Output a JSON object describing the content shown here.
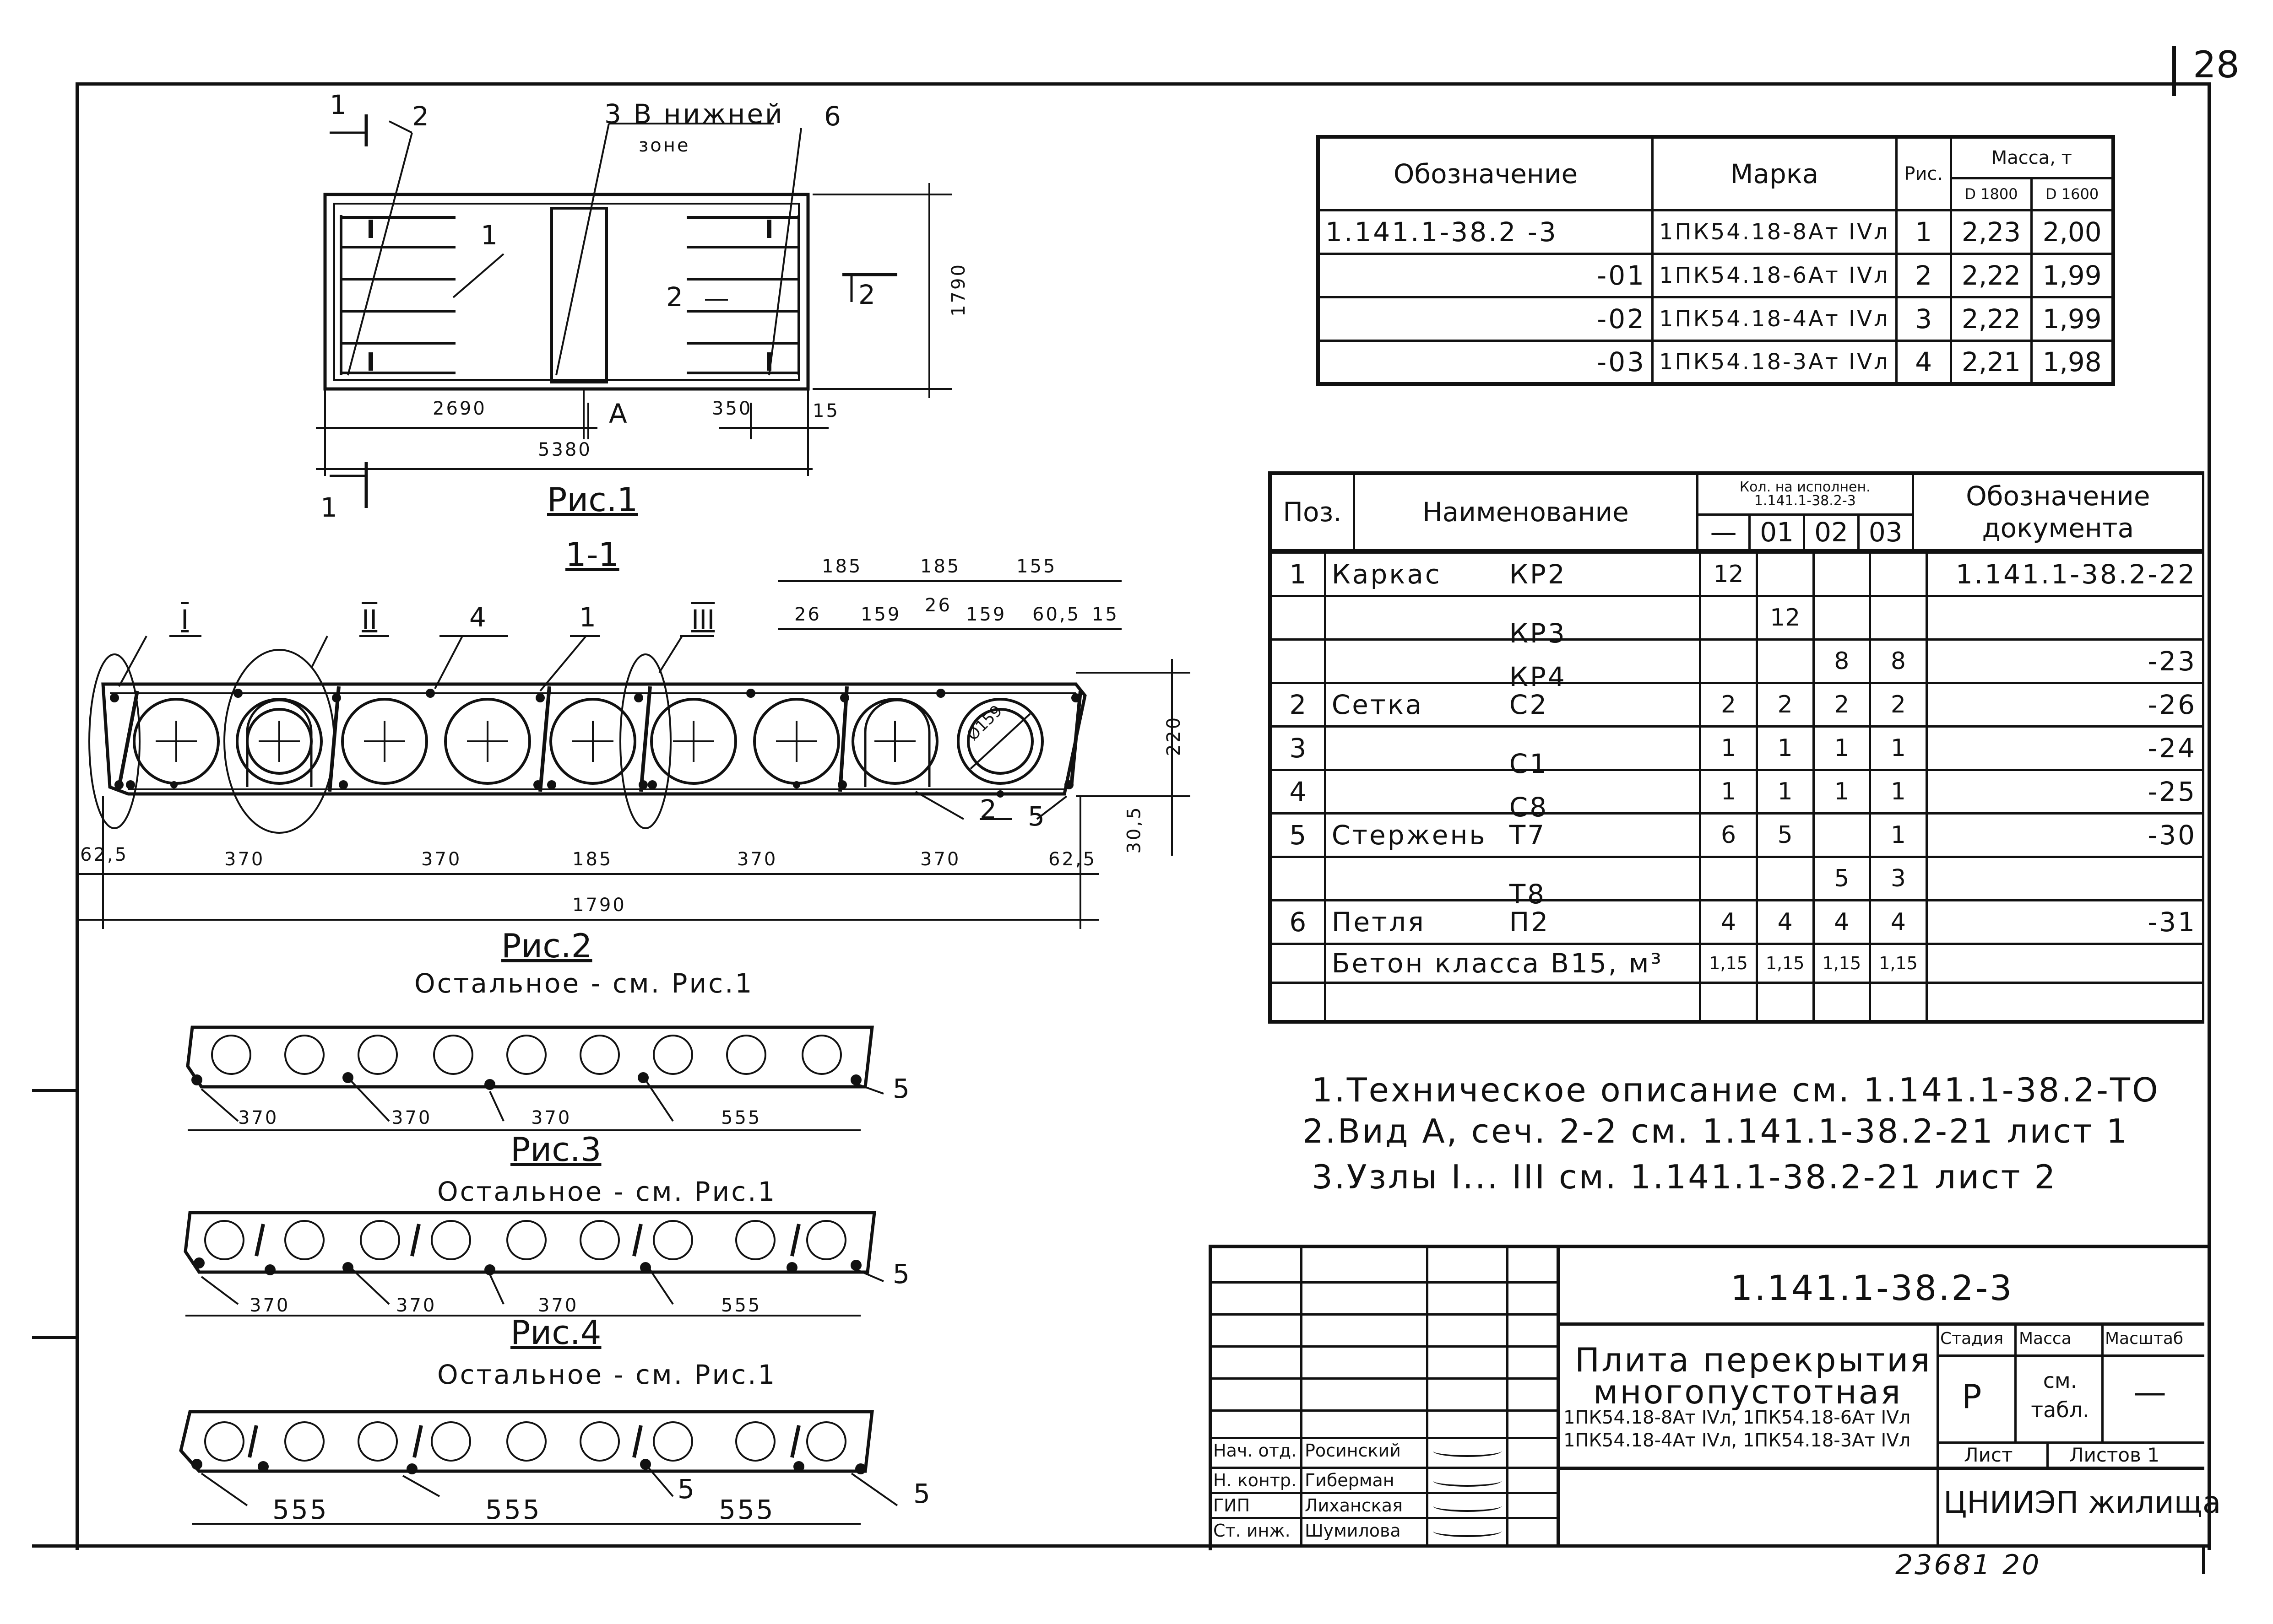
{
  "sheet_number": "28",
  "inventory_number": "23681  20",
  "fig1": {
    "caption": "Рис.1",
    "callouts": [
      "1",
      "2",
      "3 В нижней",
      "зоне",
      "6",
      "1",
      "2",
      "2",
      "1"
    ],
    "dims": [
      "2690",
      "5380",
      "350",
      "15",
      "1790"
    ],
    "section_mark": "А",
    "section_label": "1-1"
  },
  "fig2": {
    "caption": "Рис.2",
    "note": "Остальное - см. Рис.1",
    "nodes": [
      "I",
      "II",
      "III"
    ],
    "callouts": [
      "4",
      "1",
      "2",
      "5"
    ],
    "top_dims": [
      "185",
      "185",
      "155",
      "26",
      "159",
      "26",
      "159",
      "60,5",
      "15"
    ],
    "bottom_dims": [
      "62,5",
      "370",
      "370",
      "185",
      "370",
      "370",
      "62,5"
    ],
    "overall": "1790",
    "side_dims": [
      "220",
      "30,5"
    ],
    "hole_dia": "Ø159"
  },
  "fig3": {
    "caption": "Рис.3",
    "note": "Остальное - см. Рис.1",
    "dims": [
      "370",
      "370",
      "370",
      "555"
    ],
    "callout": "5"
  },
  "fig4": {
    "caption": "Рис.4",
    "note": "Остальное - см. Рис.1",
    "dims": [
      "370",
      "370",
      "370",
      "555"
    ],
    "callout": "5"
  },
  "fig5": {
    "dims": [
      "555",
      "555",
      "555"
    ],
    "callouts": [
      "5",
      "5"
    ]
  },
  "marks_table": {
    "headers": {
      "designation": "Обозначение",
      "mark": "Марка",
      "fig": "Рис.",
      "mass": "Масса, т",
      "d1800": "D 1800",
      "d1600": "D 1600"
    },
    "rows": [
      {
        "designation": "1.141.1-38.2  -3",
        "mark": "1ПК54.18-8Ат IVл",
        "fig": "1",
        "d1800": "2,23",
        "d1600": "2,00"
      },
      {
        "designation": "-01",
        "mark": "1ПК54.18-6Ат IVл",
        "fig": "2",
        "d1800": "2,22",
        "d1600": "1,99"
      },
      {
        "designation": "-02",
        "mark": "1ПК54.18-4Ат IVл",
        "fig": "3",
        "d1800": "2,22",
        "d1600": "1,99"
      },
      {
        "designation": "-03",
        "mark": "1ПК54.18-3Ат IVл",
        "fig": "4",
        "d1800": "2,21",
        "d1600": "1,98"
      }
    ]
  },
  "spec_table": {
    "headers": {
      "pos": "Поз.",
      "name": "Наименование",
      "qty": "Кол. на исполнен.",
      "qty_sub": "1.141.1-38.2-3",
      "cols": [
        "—",
        "01",
        "02",
        "03"
      ],
      "doc": "Обозначение документа"
    },
    "rows": [
      {
        "pos": "1",
        "name": "Каркас",
        "code": "КР2",
        "q": [
          "12",
          "",
          "",
          ""
        ],
        "doc": "1.141.1-38.2-22"
      },
      {
        "pos": "",
        "name": "",
        "code": "КР3",
        "q": [
          "",
          "12",
          "",
          ""
        ],
        "doc": ""
      },
      {
        "pos": "",
        "name": "",
        "code": "КР4",
        "q": [
          "",
          "",
          "8",
          "8"
        ],
        "doc": "-23"
      },
      {
        "pos": "2",
        "name": "Сетка",
        "code": "С2",
        "q": [
          "2",
          "2",
          "2",
          "2"
        ],
        "doc": "-26"
      },
      {
        "pos": "3",
        "name": "",
        "code": "С1",
        "q": [
          "1",
          "1",
          "1",
          "1"
        ],
        "doc": "-24"
      },
      {
        "pos": "4",
        "name": "",
        "code": "С8",
        "q": [
          "1",
          "1",
          "1",
          "1"
        ],
        "doc": "-25"
      },
      {
        "pos": "5",
        "name": "Стержень",
        "code": "Т7",
        "q": [
          "6",
          "5",
          "",
          "1"
        ],
        "doc": "-30"
      },
      {
        "pos": "",
        "name": "",
        "code": "Т8",
        "q": [
          "",
          "",
          "5",
          "3"
        ],
        "doc": ""
      },
      {
        "pos": "6",
        "name": "Петля",
        "code": "П2",
        "q": [
          "4",
          "4",
          "4",
          "4"
        ],
        "doc": "-31"
      },
      {
        "pos": "",
        "name": "Бетон класса В15, м³",
        "code": "",
        "q": [
          "1,15",
          "1,15",
          "1,15",
          "1,15"
        ],
        "doc": ""
      },
      {
        "pos": "",
        "name": "",
        "code": "",
        "q": [
          "",
          "",
          "",
          ""
        ],
        "doc": ""
      }
    ]
  },
  "notes": [
    "1.Техническое описание см.  1.141.1-38.2-ТО",
    "2.Вид А,  сеч. 2-2  см. 1.141.1-38.2-21   лист 1",
    "3.Узлы I... III  см.  1.141.1-38.2-21    лист 2"
  ],
  "title_block": {
    "code": "1.141.1-38.2-3",
    "title_line1": "Плита перекрытия",
    "title_line2": "многопустотная",
    "marks_line1": "1ПК54.18-8Ат IVл, 1ПК54.18-6Ат IVл",
    "marks_line2": "1ПК54.18-4Ат IVл, 1ПК54.18-3Ат IVл",
    "stage_label": "Стадия",
    "mass_label": "Масса",
    "scale_label": "Масштаб",
    "stage_value": "Р",
    "mass_value": "см. табл.",
    "scale_value": "—",
    "sheet_label": "Лист",
    "sheets_label": "Листов 1",
    "org": "ЦНИИЭП жилища",
    "signatures": [
      {
        "role": "Нач. отд.",
        "name": "Росинский"
      },
      {
        "role": "Н. контр.",
        "name": "Гиберман"
      },
      {
        "role": "ГИП",
        "name": "Лиханская"
      },
      {
        "role": "Ст. инж.",
        "name": "Шумилова"
      }
    ]
  }
}
